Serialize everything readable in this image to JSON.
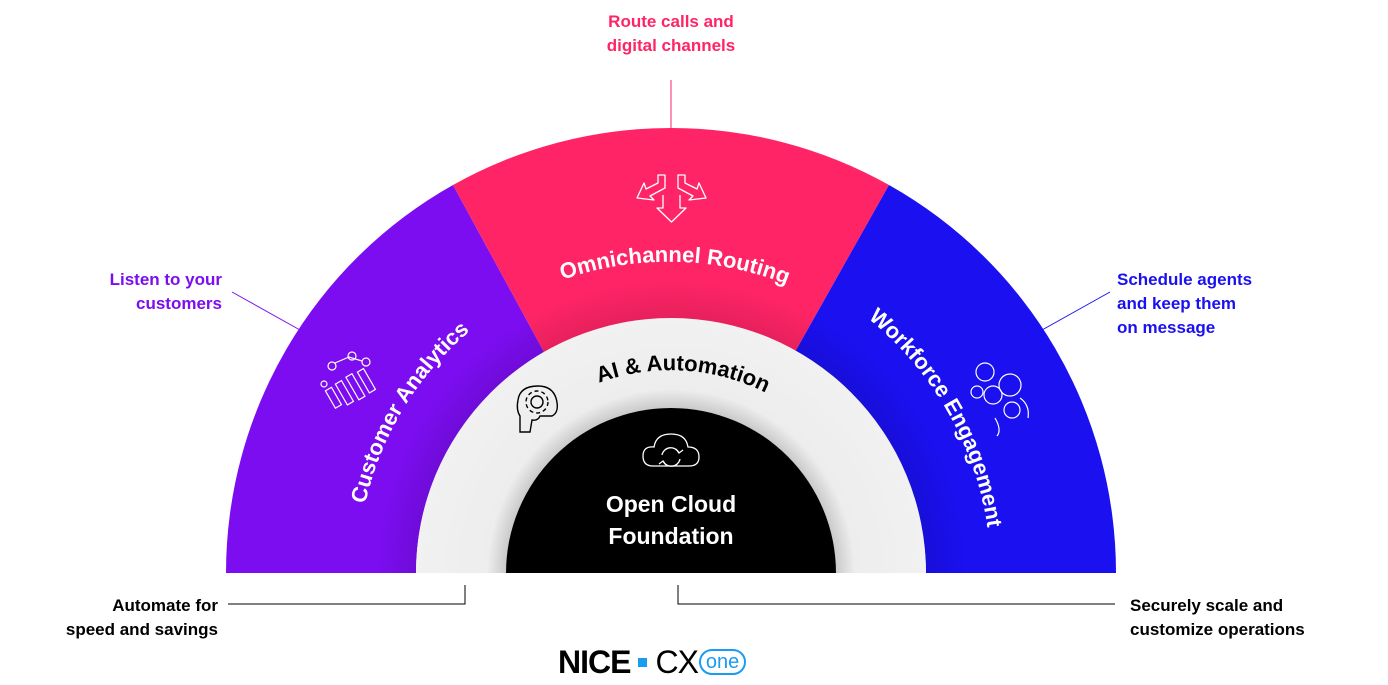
{
  "diagram": {
    "segments": [
      {
        "id": "analytics",
        "label": "Customer Analytics",
        "color": "#7b0df0",
        "icon": "analytics-icon"
      },
      {
        "id": "routing",
        "label": "Omnichannel Routing",
        "color": "#ff2466",
        "icon": "routing-arrows-icon"
      },
      {
        "id": "workforce",
        "label": "Workforce Engagement",
        "color": "#1a10f0",
        "icon": "people-group-icon"
      }
    ],
    "middle_ring": {
      "label": "AI & Automation",
      "icon": "head-gear-icon"
    },
    "core": {
      "line1": "Open Cloud",
      "line2": "Foundation",
      "icon": "cloud-sync-icon"
    }
  },
  "callouts": {
    "top": {
      "line1": "Route calls and",
      "line2": "digital channels",
      "color": "#ff2466"
    },
    "left": {
      "line1": "Listen to your",
      "line2": "customers",
      "color": "#7b0df0"
    },
    "right": {
      "line1": "Schedule agents",
      "line2": "and keep them",
      "line3": "on message",
      "color": "#1a10f0"
    },
    "bottom_left": {
      "line1": "Automate for",
      "line2": "speed and savings",
      "color": "#000000"
    },
    "bottom_right": {
      "line1": "Securely scale and",
      "line2": "customize operations",
      "color": "#000000"
    }
  },
  "logo": {
    "brand": "NICE",
    "product": "CX",
    "suffix": "one"
  }
}
